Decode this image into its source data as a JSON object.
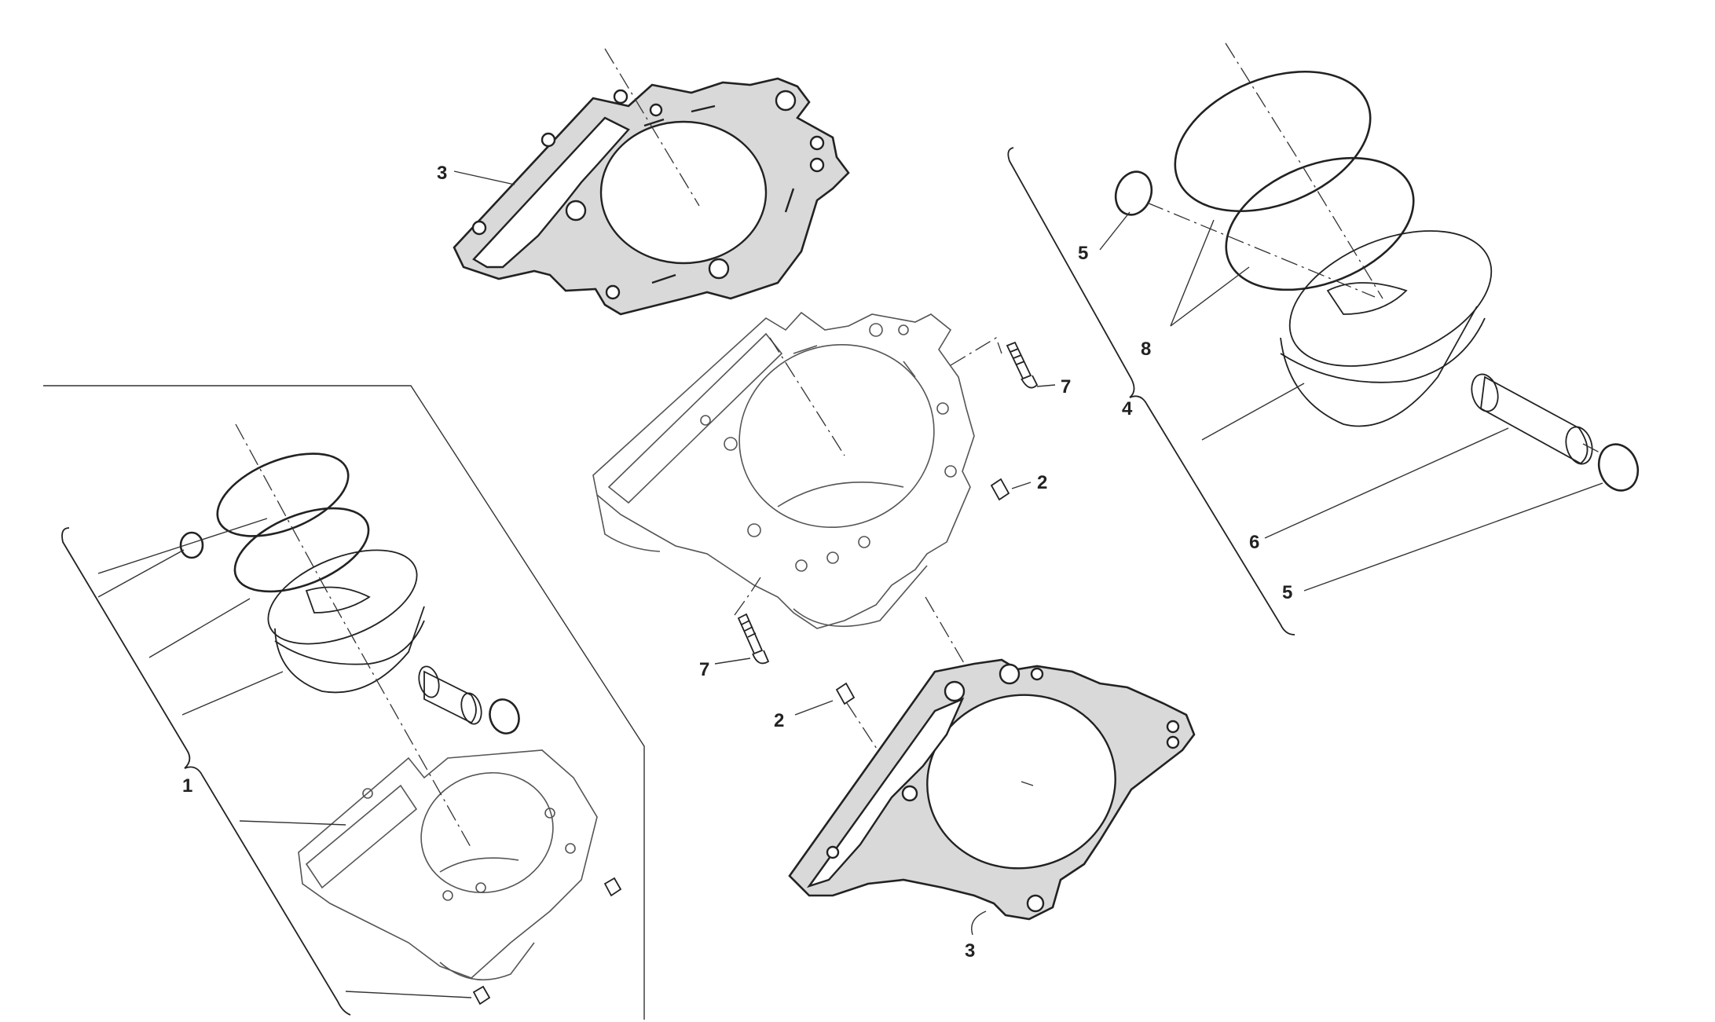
{
  "diagram": {
    "callouts": [
      {
        "id": "c1",
        "text": "1"
      },
      {
        "id": "c2a",
        "text": "2"
      },
      {
        "id": "c2b",
        "text": "2"
      },
      {
        "id": "c3a",
        "text": "3"
      },
      {
        "id": "c3b",
        "text": "3"
      },
      {
        "id": "c4",
        "text": "4"
      },
      {
        "id": "c5a",
        "text": "5"
      },
      {
        "id": "c5b",
        "text": "5"
      },
      {
        "id": "c6",
        "text": "6"
      },
      {
        "id": "c7a",
        "text": "7"
      },
      {
        "id": "c7b",
        "text": "7"
      },
      {
        "id": "c8",
        "text": "8"
      }
    ]
  }
}
